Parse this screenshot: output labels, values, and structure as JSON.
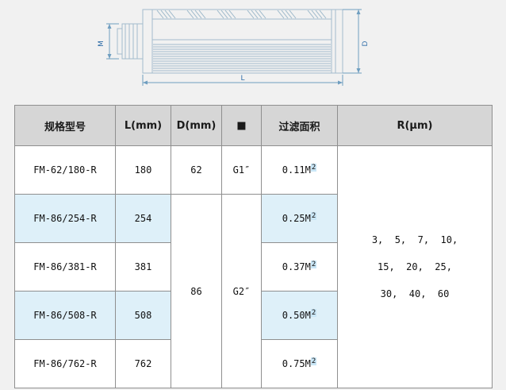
{
  "drawing": {
    "dim_m": "M",
    "dim_d": "D",
    "dim_l": "L"
  },
  "table": {
    "headers": [
      "规格型号",
      "L(mm)",
      "D(mm)",
      "■",
      "过滤面积",
      "R(μm)"
    ],
    "sup": "2",
    "rows": [
      {
        "model": "FM-62/180-R",
        "l": "180",
        "d": "62",
        "thread": "G1″",
        "area": "0.11M"
      },
      {
        "model": "FM-86/254-R",
        "l": "254",
        "area": "0.25M"
      },
      {
        "model": "FM-86/381-R",
        "l": "381",
        "area": "0.37M"
      },
      {
        "model": "FM-86/508-R",
        "l": "508",
        "area": "0.50M"
      },
      {
        "model": "FM-86/762-R",
        "l": "762",
        "area": "0.75M"
      }
    ],
    "merged": {
      "d": "86",
      "thread": "G2″"
    },
    "r_lines": [
      "3,  5,  7,  10,",
      "15,  20,  25,",
      "30,  40,  60"
    ]
  }
}
